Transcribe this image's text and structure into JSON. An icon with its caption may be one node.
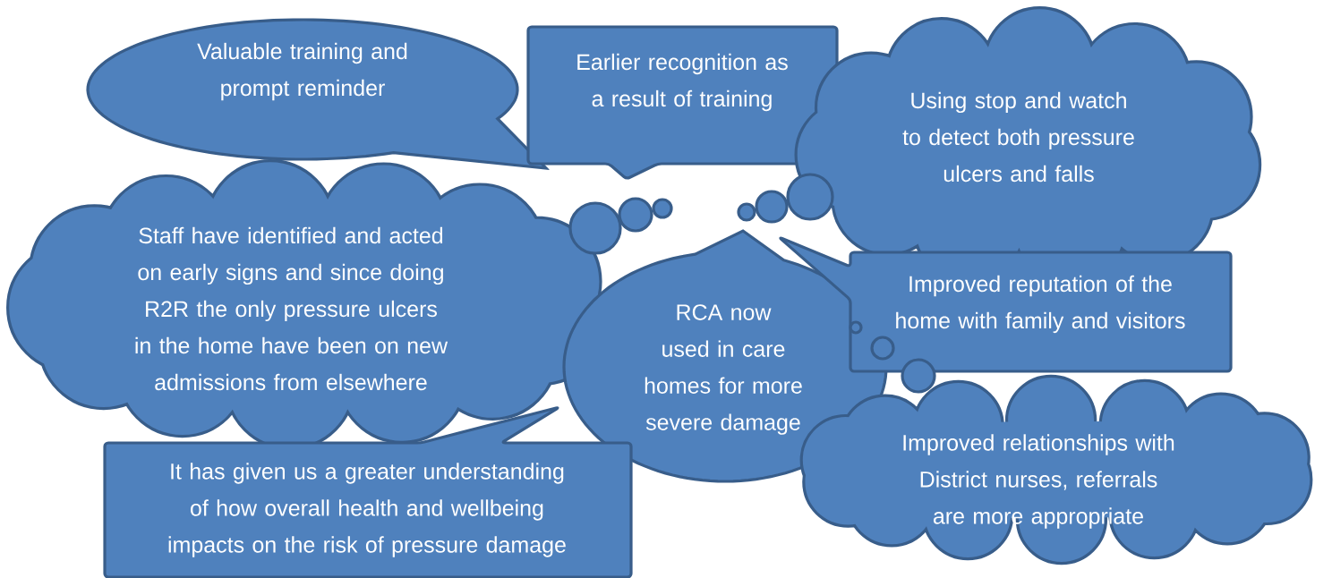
{
  "diagram": {
    "nodes": [
      {
        "text": [
          "Valuable training and prompt reminder"
        ]
      },
      {
        "text": [
          "Earlier recognition as a result of training"
        ]
      },
      {
        "text": [
          "Using stop and watch to detect both pressure ulcers and falls"
        ]
      },
      {
        "text": [
          "Staff have identified and acted on early signs and since doing R2R the only pressure ulcers in the home have been on new admissions from elsewhere"
        ]
      },
      {
        "text": [
          "RCA now used in care homes for more severe damage"
        ]
      },
      {
        "text": [
          "Improved reputation of the home with family and visitors"
        ]
      },
      {
        "text": [
          "It has given us a greater understanding of how overall health and wellbeing impacts on the risk of pressure damage"
        ]
      },
      {
        "text": [
          "Improved relationships with District nurses, referrals are more appropriate"
        ]
      }
    ]
  }
}
